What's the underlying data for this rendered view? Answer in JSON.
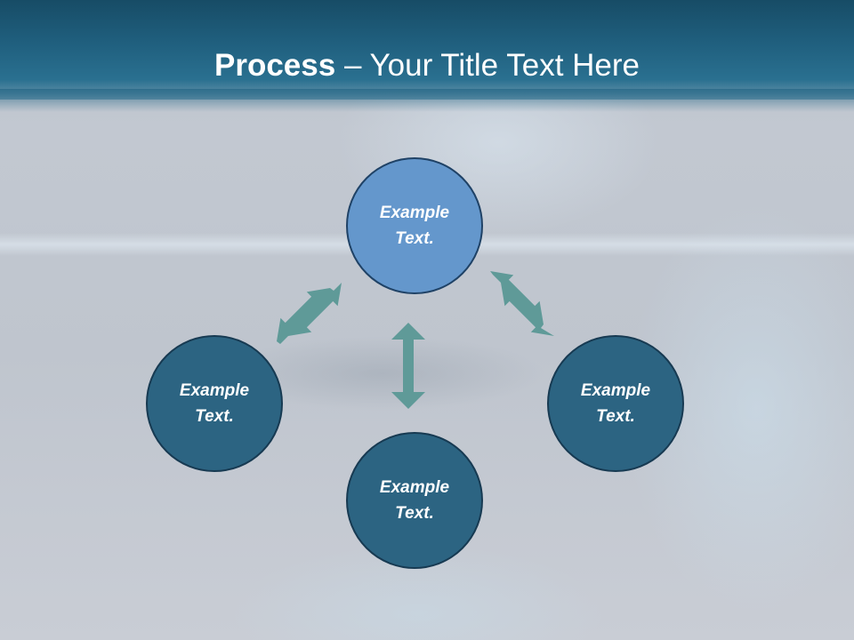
{
  "slide": {
    "title_bold": "Process",
    "title_rest": " – Your Title Text Here"
  },
  "diagram": {
    "nodes": [
      {
        "id": "top",
        "line1": "Example",
        "line2": "Text."
      },
      {
        "id": "left",
        "line1": "Example",
        "line2": "Text."
      },
      {
        "id": "right",
        "line1": "Example",
        "line2": "Text."
      },
      {
        "id": "bottom",
        "line1": "Example",
        "line2": "Text."
      }
    ],
    "arrow_color": "#5f9a98",
    "top_node_color": "#6497cc",
    "node_color": "#2c6482",
    "header_color": "#20607f"
  }
}
